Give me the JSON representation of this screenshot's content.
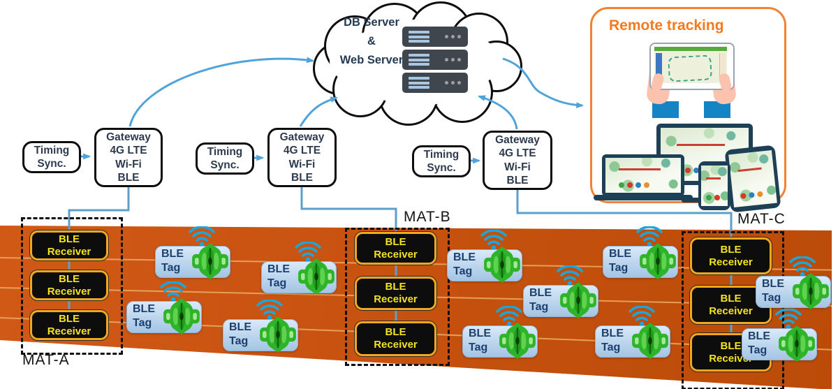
{
  "cloud": {
    "db": "DB Server",
    "amp": "&",
    "web": "Web Server"
  },
  "timing": {
    "line1": "Timing",
    "line2": "Sync."
  },
  "gateway": {
    "line1": "Gateway",
    "line2": "4G LTE",
    "line3": "Wi-Fi",
    "line4": "BLE"
  },
  "receiver": {
    "line1": "BLE",
    "line2": "Receiver"
  },
  "tag": {
    "line1": "BLE",
    "line2": "Tag"
  },
  "mats": [
    {
      "label": "MAT-A"
    },
    {
      "label": "MAT-B"
    },
    {
      "label": "MAT-C"
    }
  ],
  "remote": {
    "title": "Remote tracking"
  },
  "colors": {
    "arrow_blue": "#4fa3da",
    "mat_orange": "#c85210",
    "panel_orange": "#f08233",
    "receiver_border": "#f6a81c",
    "receiver_text": "#f3e223",
    "tag_bg": "#b3cfea",
    "tag_text": "#1c3f6e",
    "wifi_cyan": "#1ba6dc",
    "bug_green": "#2fb32a"
  }
}
